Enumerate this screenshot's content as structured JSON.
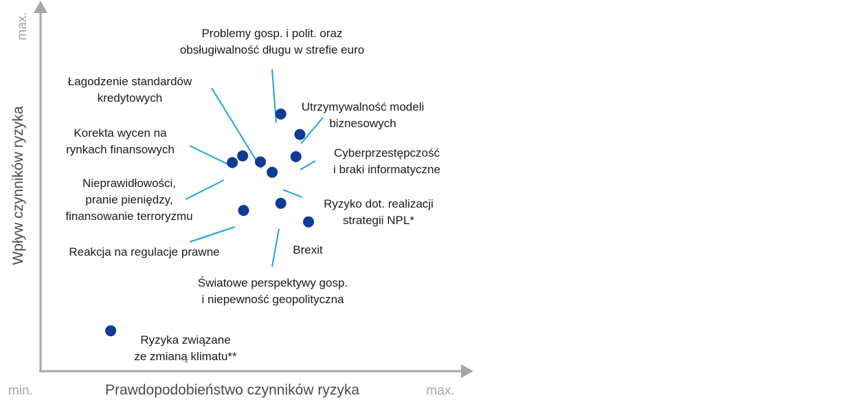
{
  "chart_data": {
    "type": "scatter",
    "xlabel": "Prawdopodobieństwo czynników ryzyka",
    "ylabel": "Wpływ czynników ryzyka",
    "x_min_label": "min.",
    "x_max_label": "max.",
    "y_max_label": "max.",
    "xlim": [
      0,
      100
    ],
    "ylim": [
      0,
      100
    ],
    "grid": false,
    "legend": "none",
    "colors": {
      "point": "#0f3a96",
      "leader": "#1aa3d8",
      "axis": "#a6a6a6"
    },
    "points": [
      {
        "label_lines": [
          "Problemy gosp. i polit. oraz",
          "obsługiwalność długu w strefie euro"
        ],
        "x": 55.5,
        "y": 69.4
      },
      {
        "label_lines": [
          "Utrzymywalność modeli",
          "biznesowych"
        ],
        "x": 59.9,
        "y": 63.9
      },
      {
        "label_lines": [
          "Cyberprzestępczość",
          "i braki informatyczne"
        ],
        "x": 59.0,
        "y": 57.9
      },
      {
        "label_lines": [
          "Łagodzenie standardów",
          "kredytowych"
        ],
        "x": 50.8,
        "y": 56.5
      },
      {
        "label_lines": [
          "Korekta wycen na",
          "rynkach finansowych"
        ],
        "x": 46.7,
        "y": 58.1
      },
      {
        "label_lines": [
          "Nieprawidłowości,",
          "pranie pieniędzy,",
          "finansowanie terroryzmu"
        ],
        "x": 44.3,
        "y": 56.3
      },
      {
        "label_lines": [
          "Ryzyko dot. realizacji",
          "strategii NPL*"
        ],
        "x": 53.5,
        "y": 53.7
      },
      {
        "label_lines": [
          "Reakcja na regulacje prawne"
        ],
        "x": 46.9,
        "y": 43.4
      },
      {
        "label_lines": [
          "Światowe perspektywy gosp.",
          "i niepewność geopolityczna"
        ],
        "x": 55.5,
        "y": 45.3
      },
      {
        "label_lines": [
          "Brexit"
        ],
        "x": 61.9,
        "y": 40.3
      },
      {
        "label_lines": [
          "Ryzyka związane",
          "ze zmianą klimatu**"
        ],
        "x": 16.2,
        "y": 10.9
      }
    ]
  }
}
